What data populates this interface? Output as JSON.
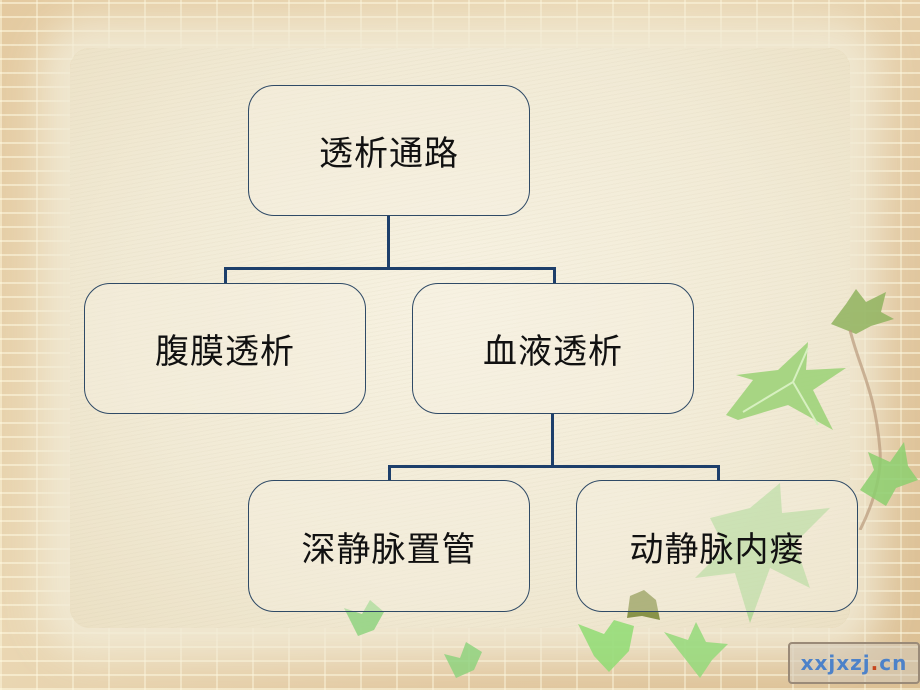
{
  "slide": {
    "background": {
      "paper_color": "#f3eddb",
      "border_color": "#e4caa0",
      "decoration": "ivy-leaves"
    },
    "watermark": {
      "text_main": "xxjxzj",
      "text_dot": ".",
      "text_tld": "cn"
    }
  },
  "diagram": {
    "type": "hierarchy",
    "line_color": "#1d3f6b",
    "node_border_color": "#2f4a66",
    "root": {
      "label": "透析通路"
    },
    "level2": [
      {
        "label": "腹膜透析"
      },
      {
        "label": "血液透析"
      }
    ],
    "level3": [
      {
        "label": "深静脉置管",
        "parent": "血液透析"
      },
      {
        "label": "动静脉内瘘",
        "parent": "血液透析"
      }
    ]
  }
}
